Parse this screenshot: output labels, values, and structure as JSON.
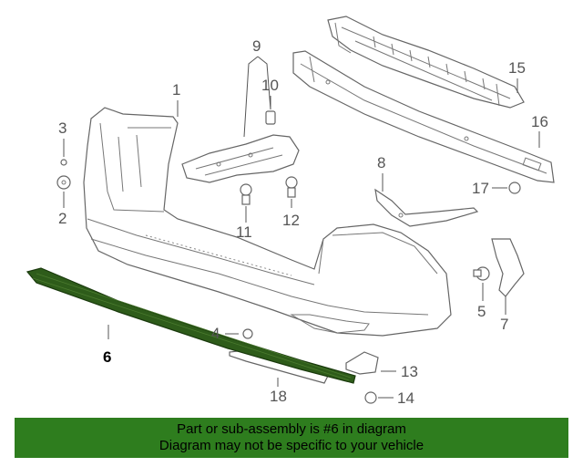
{
  "diagram": {
    "callouts": [
      {
        "id": "1",
        "label": "1"
      },
      {
        "id": "2",
        "label": "2"
      },
      {
        "id": "3",
        "label": "3"
      },
      {
        "id": "4",
        "label": "4"
      },
      {
        "id": "5",
        "label": "5"
      },
      {
        "id": "6",
        "label": "6"
      },
      {
        "id": "7",
        "label": "7"
      },
      {
        "id": "8",
        "label": "8"
      },
      {
        "id": "9",
        "label": "9"
      },
      {
        "id": "10",
        "label": "10"
      },
      {
        "id": "11",
        "label": "11"
      },
      {
        "id": "12",
        "label": "12"
      },
      {
        "id": "13",
        "label": "13"
      },
      {
        "id": "14",
        "label": "14"
      },
      {
        "id": "15",
        "label": "15"
      },
      {
        "id": "16",
        "label": "16"
      },
      {
        "id": "17",
        "label": "17"
      },
      {
        "id": "18",
        "label": "18"
      }
    ],
    "highlighted_part": "6",
    "highlight_color": "#2e7d1e",
    "line_color": "#666666"
  },
  "banner": {
    "line1": "Part or sub-assembly is #6 in diagram",
    "line2": "Diagram may not be specific to your vehicle",
    "background": "#2e7d1e"
  }
}
